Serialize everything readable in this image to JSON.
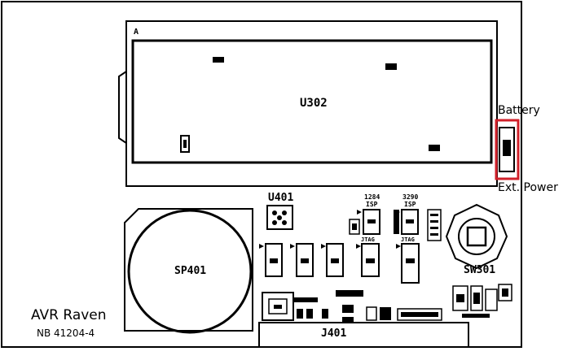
{
  "components": {
    "u302": "U302",
    "u401": "U401",
    "sp401": "SP401",
    "sw301": "SW301",
    "j401": "J401",
    "pin1_marker": "A",
    "hdr_1284": "1284",
    "hdr_1284_isp": "ISP",
    "hdr_3290": "3290",
    "hdr_3290_isp": "ISP",
    "hdr_1284_jtag": "JTAG",
    "hdr_3290_jtag": "JTAG"
  },
  "board": {
    "name": "AVR Raven",
    "revision": "NB 41204-4"
  },
  "power_jumper": {
    "label_top": "Battery",
    "label_bottom": "Ext. Power",
    "highlight_color": "#d0202a"
  }
}
